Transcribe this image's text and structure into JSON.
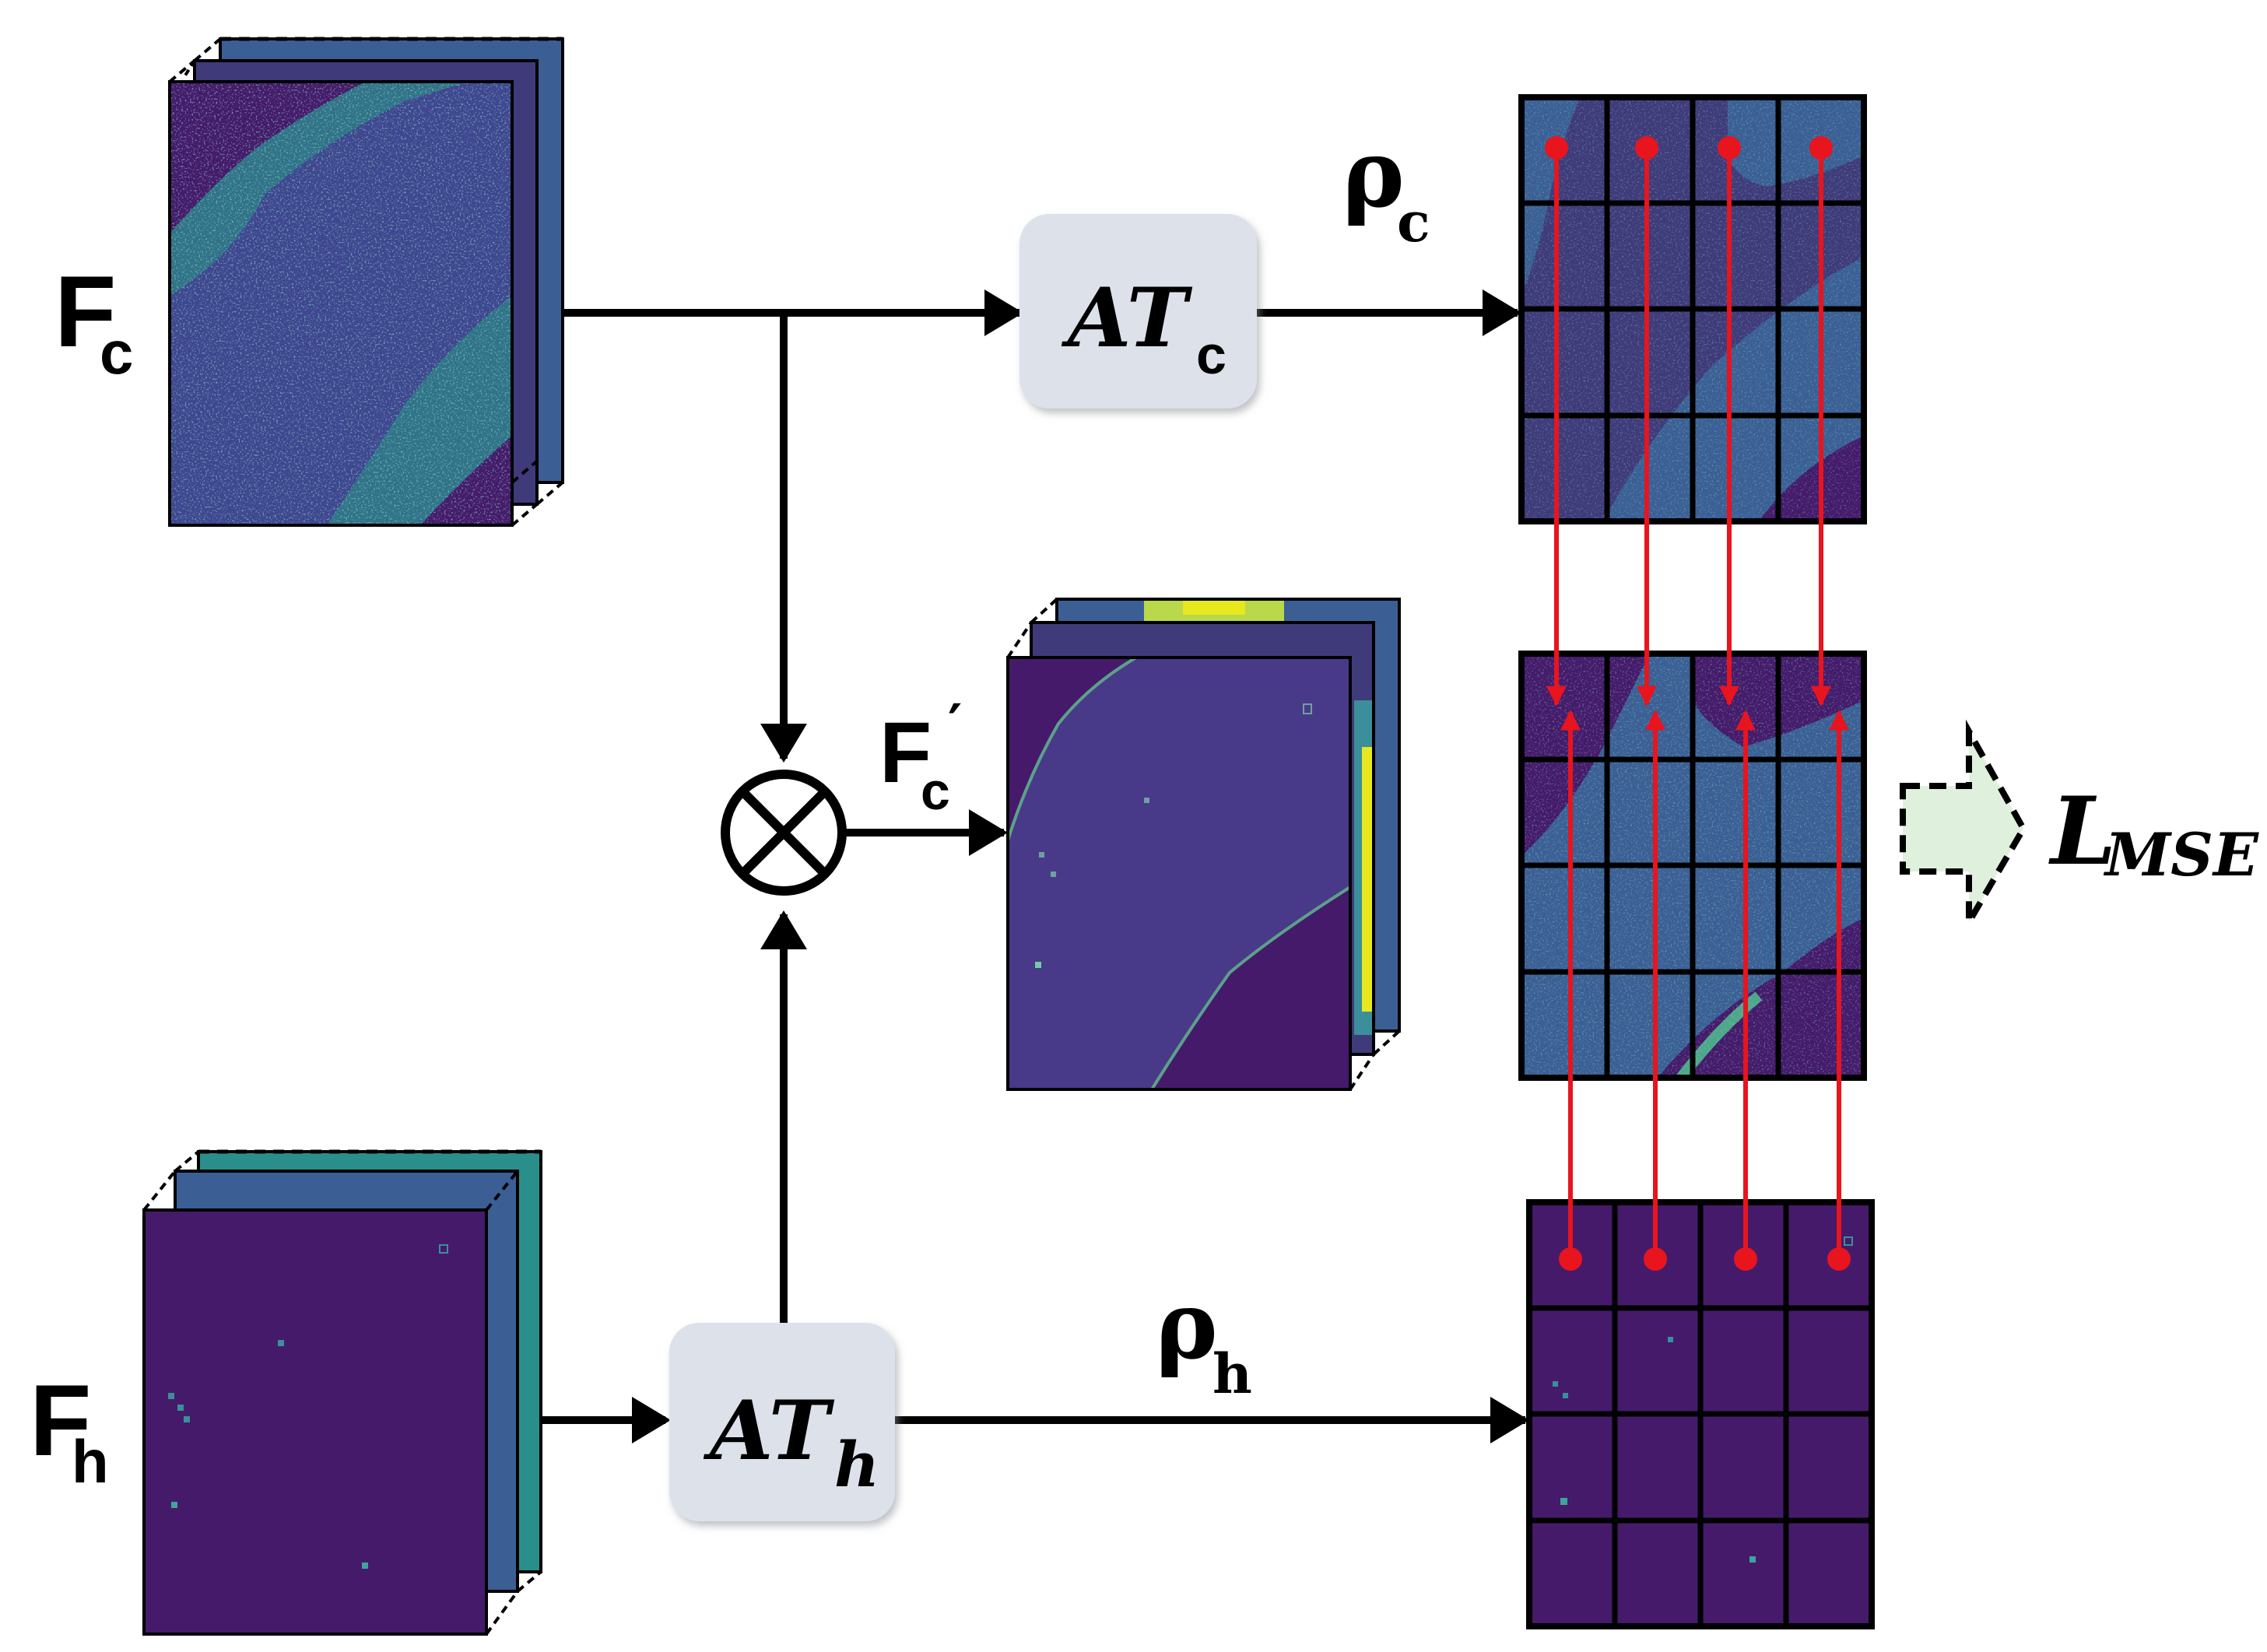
{
  "labels": {
    "fc_main": "F",
    "fc_sub": "c",
    "fh_main": "F",
    "fh_sub": "h",
    "fc_prime_main": "F",
    "fc_prime_sub": "c",
    "fc_prime_mark": "′",
    "atc_main": "AT",
    "atc_sub": "c",
    "ath_main": "AT",
    "ath_sub": "h",
    "rho_c_main": "ρ",
    "rho_c_sub": "c",
    "rho_h_main": "ρ",
    "rho_h_sub": "h",
    "loss_main": "L",
    "loss_sub": "MSE",
    "multiply_symbol": "⊗"
  },
  "colors": {
    "feature_dark_purple": "#451a6b",
    "feature_blue": "#3b5f95",
    "feature_teal": "#2a8f8a",
    "feature_green": "#6fd15a",
    "feature_yellow": "#e8e81e",
    "connector_red": "#e8141e",
    "box_fill": "#dde2ea",
    "loss_arrow_fill": "#dff0dc",
    "stroke": "#000000"
  },
  "grids": {
    "rows": 4,
    "cols": 4
  }
}
